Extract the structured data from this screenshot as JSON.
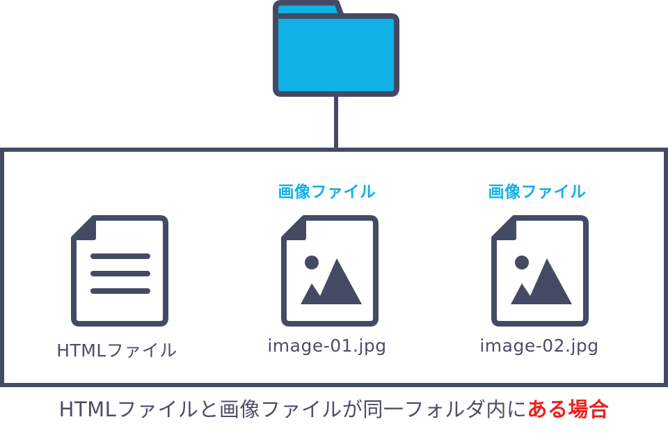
{
  "colors": {
    "outline": "#454a64",
    "folder_fill": "#10b1e6",
    "accent_blue": "#14aee8",
    "accent_red": "#e8231b",
    "text": "#4a4e66"
  },
  "folder": {
    "icon": "folder-icon"
  },
  "files": [
    {
      "icon": "text-document-icon",
      "tag": "",
      "name": "HTMLファイル"
    },
    {
      "icon": "image-file-icon",
      "tag": "画像ファイル",
      "name": "image-01.jpg"
    },
    {
      "icon": "image-file-icon",
      "tag": "画像ファイル",
      "name": "image-02.jpg"
    }
  ],
  "caption": {
    "text": "HTMLファイルと画像ファイルが同一フォルダ内に",
    "emphasis": "ある場合"
  }
}
